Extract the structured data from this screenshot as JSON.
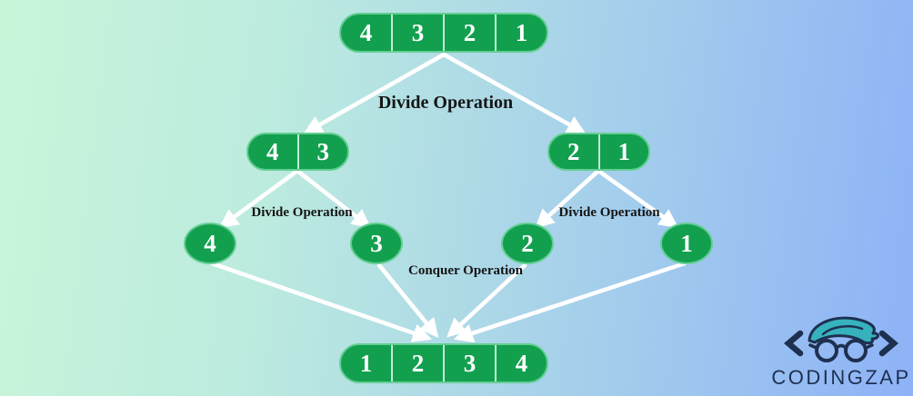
{
  "diagram": {
    "divide_main_label": "Divide Operation",
    "divide_left_label": "Divide Operation",
    "divide_right_label": "Divide Operation",
    "conquer_label": "Conquer Operation"
  },
  "arrays": {
    "root": {
      "values": [
        "4",
        "3",
        "2",
        "1"
      ]
    },
    "left_pair": {
      "values": [
        "4",
        "3"
      ]
    },
    "right_pair": {
      "values": [
        "2",
        "1"
      ]
    },
    "leaves": {
      "values": [
        "4",
        "3",
        "2",
        "1"
      ]
    },
    "result": {
      "values": [
        "1",
        "2",
        "3",
        "4"
      ]
    }
  },
  "logo": {
    "text": "CODINGZAP"
  },
  "colors": {
    "node_green": "#12a04f",
    "node_border_green": "#63ce92",
    "arrow_white": "#ffffff",
    "label_black": "#151515",
    "logo_navy": "#1e3050",
    "logo_teal": "#36b2bd",
    "bg_left_mint": "#c9f5d9",
    "bg_right_blue": "#8db2f7"
  }
}
